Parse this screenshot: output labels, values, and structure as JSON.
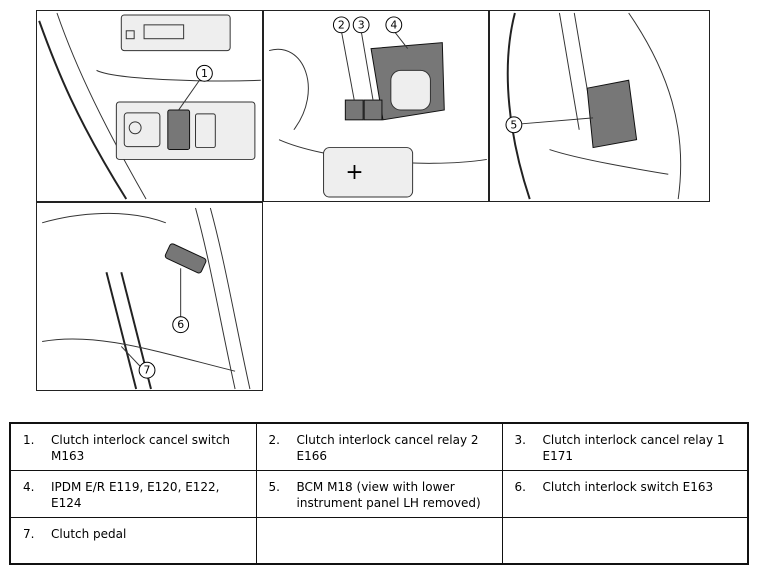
{
  "callouts": [
    "1",
    "2",
    "3",
    "4",
    "5",
    "6",
    "7"
  ],
  "panel_labels": {
    "plus_symbol": "+"
  },
  "legend": [
    [
      {
        "num": "1.",
        "text": "Clutch interlock cancel switch M163"
      },
      {
        "num": "2.",
        "text": "Clutch interlock cancel relay 2 E166"
      },
      {
        "num": "3.",
        "text": "Clutch interlock cancel relay 1 E171"
      }
    ],
    [
      {
        "num": "4.",
        "text": "IPDM E/R E119, E120, E122, E124"
      },
      {
        "num": "5.",
        "text": "BCM M18 (view with lower instrument panel LH removed)"
      },
      {
        "num": "6.",
        "text": "Clutch interlock switch E163"
      }
    ],
    [
      {
        "num": "7.",
        "text": "Clutch pedal"
      },
      {
        "num": "",
        "text": ""
      },
      {
        "num": "",
        "text": ""
      }
    ]
  ]
}
